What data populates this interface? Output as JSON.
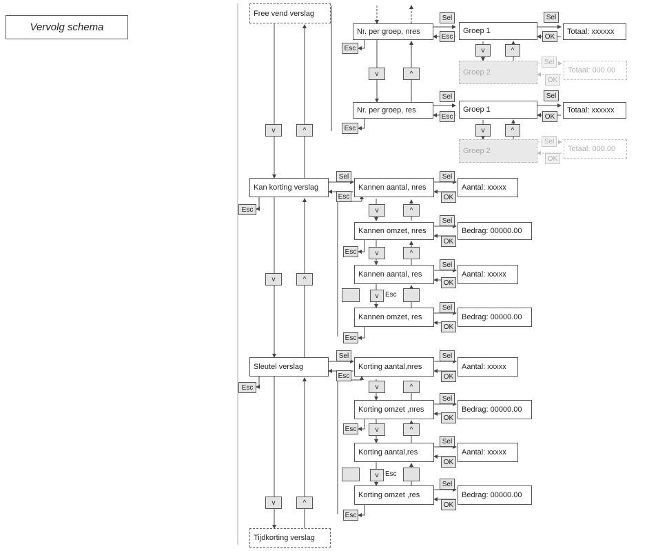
{
  "title": "Vervolg schema",
  "top_menus": {
    "free_vend": "Free vend verslag",
    "kan_korting": "Kan korting verslag",
    "sleutel": "Sleutel verslag",
    "tijdkorting": "Tijdkorting verslag"
  },
  "groups_section": {
    "nr_nres": "Nr. per groep, nres",
    "nr_res": "Nr. per groep, res",
    "groep1": "Groep 1",
    "groep2": "Groep 2",
    "totaal_active": "Totaal: xxxxxx",
    "totaal_ghost": "Totaal: 000.00"
  },
  "kannen_section": {
    "aantal_nres": "Kannen aantal, nres",
    "omzet_nres": "Kannen omzet, nres",
    "aantal_res": "Kannen aantal, res",
    "omzet_res": "Kannen omzet, res"
  },
  "korting_section": {
    "aantal_nres": "Korting aantal,nres",
    "omzet_nres": "Korting omzet ,nres",
    "aantal_res": "Korting aantal,res",
    "omzet_res": "Korting omzet ,res"
  },
  "results": {
    "aantal": "Aantal: xxxxx",
    "bedrag": "Bedrag: 00000.00"
  },
  "buttons": {
    "sel": "Sel",
    "ok": "OK",
    "esc": "Esc",
    "down": "v",
    "up": "^"
  }
}
